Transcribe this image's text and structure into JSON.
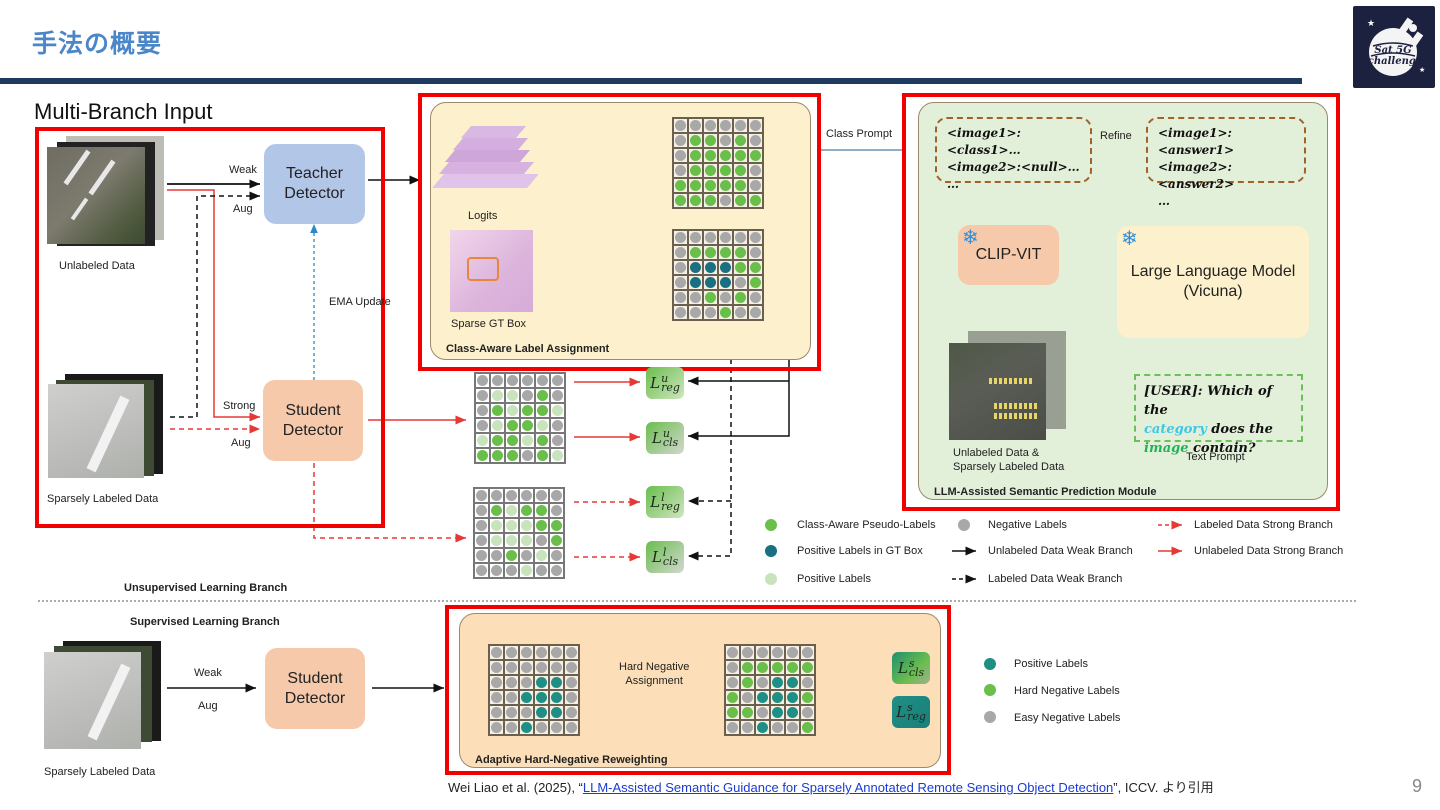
{
  "slide": {
    "title": "手法の概要",
    "page_number": "9",
    "logo_text": [
      "Sat 5G",
      "challenge"
    ]
  },
  "multi_branch": {
    "heading": "Multi-Branch Input",
    "unlabeled_label": "Unlabeled Data",
    "sparse_label": "Sparsely Labeled Data",
    "weak": "Weak",
    "aug": "Aug",
    "strong": "Strong",
    "aug2": "Aug",
    "teacher": "Teacher Detector",
    "student": "Student Detector",
    "ema": "EMA Update"
  },
  "class_aware": {
    "title": "Class-Aware Label Assignment",
    "logits": "Logits",
    "sparse_gt": "Sparse GT Box",
    "class_prompt": "Class Prompt"
  },
  "llm_module": {
    "title": "LLM-Assisted Semantic Prediction Module",
    "refine": "Refine",
    "out_left": [
      "<image1>:<class1>…",
      "<image2>:<null>…",
      "…"
    ],
    "out_right": [
      "<image1>:<answer1>",
      "<image2>:<answer2>",
      "…"
    ],
    "clip": "CLIP-VIT",
    "llm_line1": "Large Language Model",
    "llm_line2": "(Vicuna)",
    "data_label_1": "Unlabeled Data &",
    "data_label_2": "Sparsely Labeled Data",
    "prompt_parts": {
      "p1": "[USER]: Which of the",
      "cat": "category",
      "p2": " does the",
      "img": "image",
      "p3": " contain?"
    },
    "prompt_caption": "Text Prompt"
  },
  "losses": {
    "u_reg": {
      "base": "L",
      "sup": "u",
      "sub": "reg"
    },
    "u_cls": {
      "base": "L",
      "sup": "u",
      "sub": "cls"
    },
    "l_reg": {
      "base": "L",
      "sup": "l",
      "sub": "reg"
    },
    "l_cls": {
      "base": "L",
      "sup": "l",
      "sub": "cls"
    },
    "s_cls": {
      "base": "L",
      "sup": "s",
      "sub": "cls"
    },
    "s_reg": {
      "base": "L",
      "sup": "s",
      "sub": "reg"
    }
  },
  "legend_top": [
    {
      "kind": "dot",
      "color": "#6abf4b",
      "label": "Class-Aware Pseudo-Labels"
    },
    {
      "kind": "dot",
      "color": "#1a6f82",
      "label": "Positive Labels in GT Box"
    },
    {
      "kind": "dot",
      "color": "#c9e3bd",
      "label": "Positive Labels"
    },
    {
      "kind": "dot",
      "color": "#a8a8a8",
      "label": "Negative Labels"
    },
    {
      "kind": "line-solid-black",
      "label": "Unlabeled Data Weak Branch"
    },
    {
      "kind": "line-dashed-black",
      "label": "Labeled Data Weak Branch"
    },
    {
      "kind": "line-dashed-red",
      "label": "Labeled Data Strong Branch"
    },
    {
      "kind": "line-solid-red",
      "label": "Unlabeled Data Strong Branch"
    }
  ],
  "branches": {
    "unsupervised": "Unsupervised Learning Branch",
    "supervised": "Supervised Learning Branch"
  },
  "supervised": {
    "weak": "Weak",
    "aug": "Aug",
    "student": "Student Detector",
    "sparse_label": "Sparsely Labeled Data",
    "panel_title": "Adaptive Hard-Negative Reweighting",
    "assign_line1": "Hard Negative",
    "assign_line2": "Assignment"
  },
  "legend_bottom": [
    {
      "color": "#1f8f86",
      "label": "Positive Labels"
    },
    {
      "color": "#6abf4b",
      "label": "Hard Negative Labels"
    },
    {
      "color": "#a8a8a8",
      "label": "Easy Negative Labels"
    }
  ],
  "grid_colors": {
    "g": "#a8a8a8",
    "G": "#6abf4b",
    "L": "#c9e3bd",
    "T": "#1a6f82",
    "S": "#1f8f86"
  },
  "grids": {
    "pseudo": [
      "gggggg",
      "gGGgGg",
      "gGGGGG",
      "gGGGGg",
      "GGGGGg",
      "GGGgGG"
    ],
    "gt": [
      "gggggg",
      "gGGGGg",
      "gTTTGG",
      "gTTTgG",
      "ggGgGg",
      "gggGgg"
    ],
    "unlab": [
      "gggggg",
      "gLLgGg",
      "gGLGGL",
      "gLGGLg",
      "LGGLGg",
      "GGGgGL"
    ],
    "lab": [
      "gggggg",
      "gGLGGg",
      "gLLLGG",
      "gLLLgG",
      "ggGgLg",
      "gggLgg"
    ],
    "hn_in": [
      "gggggg",
      "gggggg",
      "gggSSg",
      "ggSSSg",
      "gggSSg",
      "ggSggg"
    ],
    "hn_out": [
      "gggggg",
      "gGGGGG",
      "gGgSSg",
      "GgSSSG",
      "GGgSSg",
      "ggSggG"
    ]
  },
  "footer": {
    "prefix": "Wei Liao et al. (2025), “",
    "link": "LLM-Assisted Semantic Guidance for Sparsely Annotated Remote Sensing Object Detection",
    "suffix": "”, ICCV. より引用"
  }
}
